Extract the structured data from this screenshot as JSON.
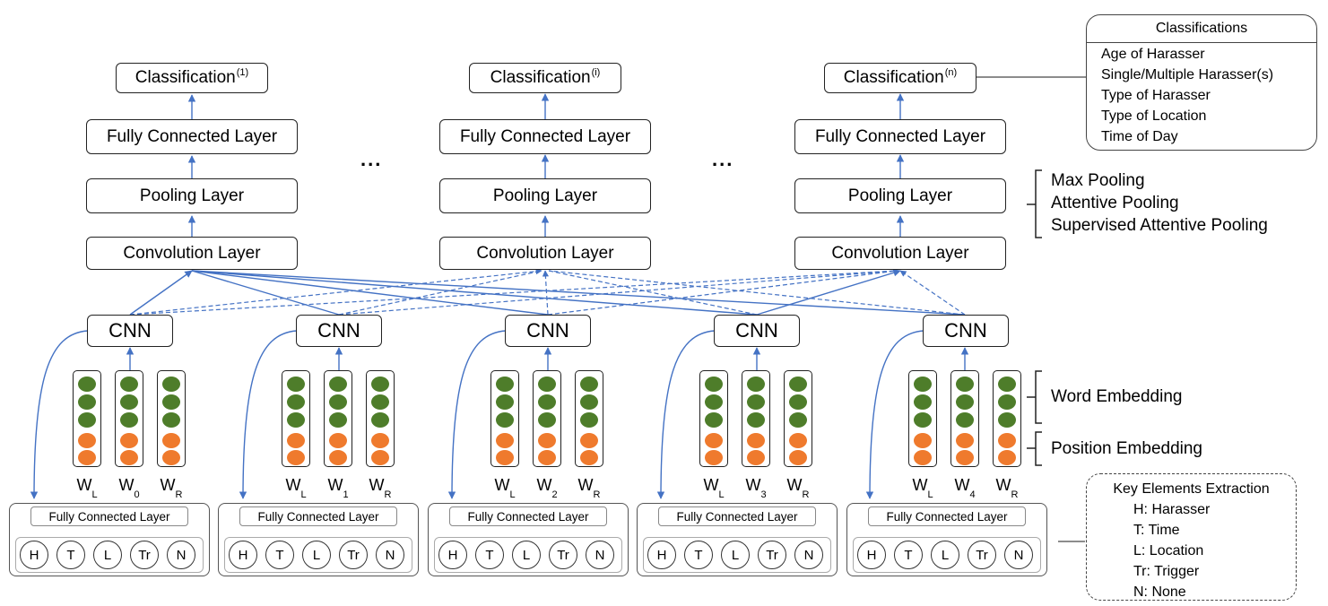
{
  "classifiers": [
    {
      "classification": "Classification",
      "sup": "(1)",
      "fc": "Fully Connected Layer",
      "pool": "Pooling Layer",
      "conv": "Convolution Layer"
    },
    {
      "classification": "Classification",
      "sup": "(i)",
      "fc": "Fully Connected Layer",
      "pool": "Pooling Layer",
      "conv": "Convolution Layer"
    },
    {
      "classification": "Classification",
      "sup": "(n)",
      "fc": "Fully Connected Layer",
      "pool": "Pooling Layer",
      "conv": "Convolution Layer"
    }
  ],
  "ellipsis": "...",
  "cnn_units": [
    {
      "cnn": "CNN",
      "w_left": "W",
      "w_left_sub": "L",
      "w_mid": "W",
      "w_mid_sub": "0",
      "w_right": "W",
      "w_right_sub": "R",
      "fc": "Fully Connected Layer",
      "tags": [
        "H",
        "T",
        "L",
        "Tr",
        "N"
      ]
    },
    {
      "cnn": "CNN",
      "w_left": "W",
      "w_left_sub": "L",
      "w_mid": "W",
      "w_mid_sub": "1",
      "w_right": "W",
      "w_right_sub": "R",
      "fc": "Fully Connected Layer",
      "tags": [
        "H",
        "T",
        "L",
        "Tr",
        "N"
      ]
    },
    {
      "cnn": "CNN",
      "w_left": "W",
      "w_left_sub": "L",
      "w_mid": "W",
      "w_mid_sub": "2",
      "w_right": "W",
      "w_right_sub": "R",
      "fc": "Fully Connected Layer",
      "tags": [
        "H",
        "T",
        "L",
        "Tr",
        "N"
      ]
    },
    {
      "cnn": "CNN",
      "w_left": "W",
      "w_left_sub": "L",
      "w_mid": "W",
      "w_mid_sub": "3",
      "w_right": "W",
      "w_right_sub": "R",
      "fc": "Fully Connected Layer",
      "tags": [
        "H",
        "T",
        "L",
        "Tr",
        "N"
      ]
    },
    {
      "cnn": "CNN",
      "w_left": "W",
      "w_left_sub": "L",
      "w_mid": "W",
      "w_mid_sub": "4",
      "w_right": "W",
      "w_right_sub": "R",
      "fc": "Fully Connected Layer",
      "tags": [
        "H",
        "T",
        "L",
        "Tr",
        "N"
      ]
    }
  ],
  "pooling_options": [
    "Max Pooling",
    "Attentive Pooling",
    "Supervised Attentive Pooling"
  ],
  "embedding_labels": {
    "word": "Word Embedding",
    "position": "Position Embedding"
  },
  "classifications_panel": {
    "title": "Classifications",
    "items": [
      "Age of Harasser",
      "Single/Multiple Harasser(s)",
      "Type of Harasser",
      "Type of Location",
      "Time of Day"
    ]
  },
  "key_elements_panel": {
    "title": "Key Elements Extraction",
    "items": [
      "H: Harasser",
      "T: Time",
      "L: Location",
      "Tr: Trigger",
      "N: None"
    ]
  },
  "colors": {
    "arrow": "#4472c4",
    "word_dot": "#4e7d2a",
    "position_dot": "#ef7a2d"
  }
}
